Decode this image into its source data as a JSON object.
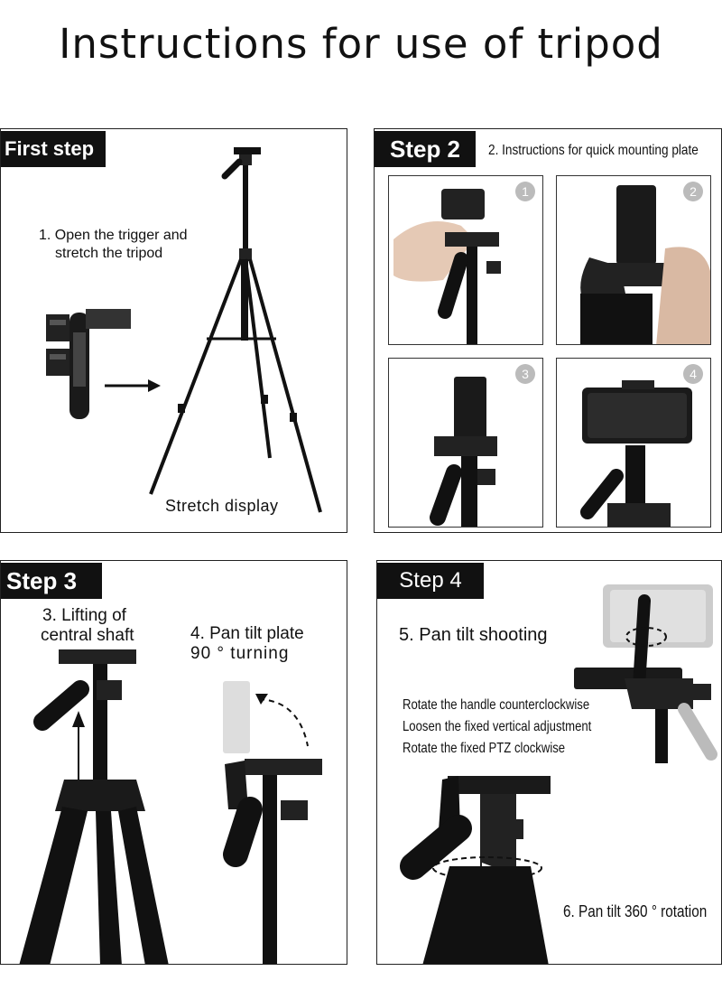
{
  "title": "Instructions for use of tripod",
  "step1": {
    "label": "First step",
    "instruction_line1": "1. Open the trigger and",
    "instruction_line2": "stretch the tripod",
    "caption": "Stretch display"
  },
  "step2": {
    "label": "Step 2",
    "instruction": "2. Instructions for quick mounting plate",
    "badges": [
      "1",
      "2",
      "3",
      "4"
    ]
  },
  "step3": {
    "label": "Step 3",
    "lift_line1": "3. Lifting of",
    "lift_line2": "central shaft",
    "pan_line1": "4. Pan tilt plate",
    "pan_line2": "90 ° turning"
  },
  "step4": {
    "label": "Step 4",
    "pan_shooting": "5. Pan tilt shooting",
    "rotate1": "Rotate the handle counterclockwise",
    "rotate2": "Loosen the fixed vertical adjustment",
    "rotate3": "Rotate the fixed PTZ clockwise",
    "rotation360": "6. Pan tilt 360 ° rotation"
  }
}
